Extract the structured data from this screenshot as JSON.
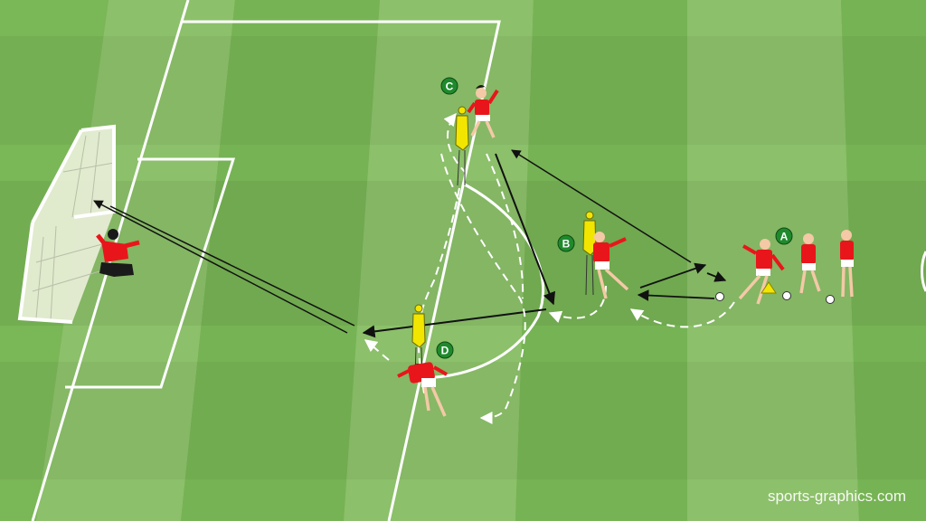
{
  "diagram": {
    "player_labels": [
      "A",
      "B",
      "C",
      "D"
    ],
    "watermark": "sports-graphics.com"
  },
  "colors": {
    "pitch_light": "#8cc06a",
    "pitch_dark": "#6fae4d",
    "lines": "#ffffff",
    "jersey": "#e8161b",
    "label_badge": "#1f8a2c",
    "mannequin": "#f2e600",
    "cone": "#f2e600"
  },
  "icons": [
    "goal-net-icon",
    "goalkeeper-icon",
    "player-icon",
    "mannequin-icon",
    "ball-icon",
    "cone-icon"
  ]
}
